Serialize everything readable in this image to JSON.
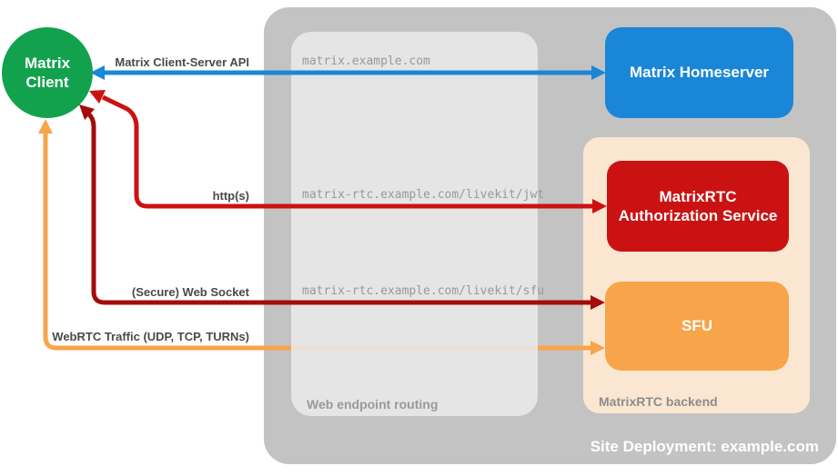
{
  "colors": {
    "green": "#12a24e",
    "blue": "#1a86d8",
    "red": "#cb1212",
    "dark_red": "#a50b0b",
    "orange": "#f8a44a",
    "peach": "#fbe7d1",
    "outer_gray": "#c3c3c3",
    "inner_gray": "#eaeaea",
    "edge_label_text": "#4a4a4a",
    "route_text": "#999999"
  },
  "nodes": {
    "client": {
      "label": "Matrix Client"
    },
    "homeserver": {
      "label": "Matrix Homeserver"
    },
    "auth_service": {
      "label": "MatrixRTC Authorization Service"
    },
    "sfu": {
      "label": "SFU"
    }
  },
  "containers": {
    "site": {
      "label": "Site Deployment: example.com"
    },
    "web_routing": {
      "label": "Web endpoint routing"
    },
    "rtc_backend": {
      "label": "MatrixRTC backend"
    }
  },
  "edges": {
    "client_server_api": {
      "label": "Matrix Client-Server API",
      "route": "matrix.example.com"
    },
    "https": {
      "label": "http(s)",
      "route": "matrix-rtc.example.com/livekit/jwt"
    },
    "websocket": {
      "label": "(Secure) Web Socket",
      "route": "matrix-rtc.example.com/livekit/sfu"
    },
    "webrtc": {
      "label": "WebRTC Traffic (UDP, TCP, TURNs)"
    }
  }
}
